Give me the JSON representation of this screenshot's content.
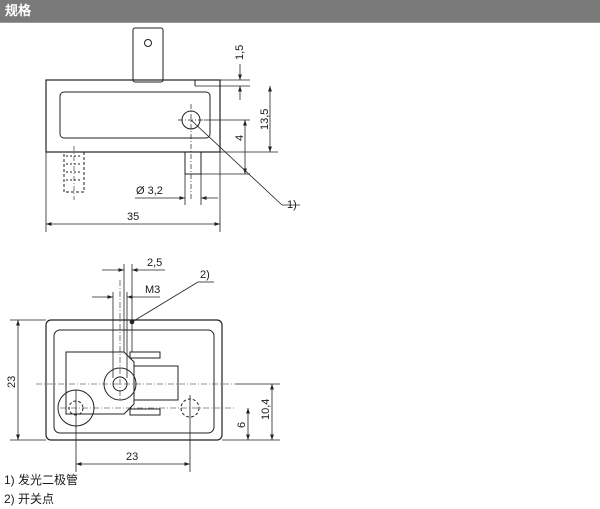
{
  "header": {
    "title": "规格"
  },
  "diagram": {
    "dims": {
      "d1_5": "1,5",
      "d13_5": "13,5",
      "d4": "4",
      "d3_2": "Ø 3,2",
      "d35": "35",
      "d2_5": "2,5",
      "dm3": "M3",
      "d23_v": "23",
      "d23_h": "23",
      "d6": "6",
      "d10_4": "10,4"
    },
    "callouts": {
      "c1": "1)",
      "c2": "2)"
    }
  },
  "legend": {
    "items": [
      {
        "text": "1) 发光二极管"
      },
      {
        "text": "2) 开关点"
      }
    ]
  }
}
